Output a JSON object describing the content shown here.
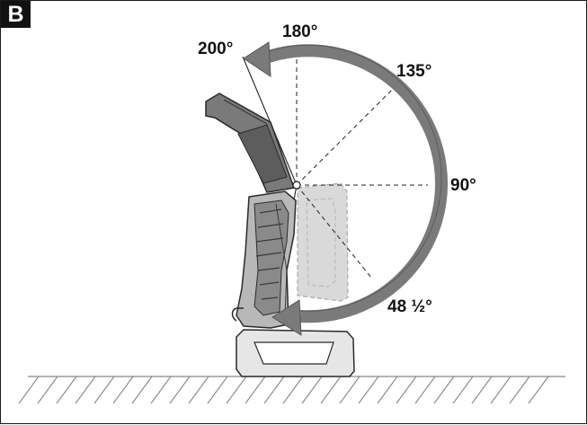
{
  "figure": {
    "tag": "B"
  },
  "angles": {
    "a200": "200°",
    "a180": "180°",
    "a135": "135°",
    "a90": "90°",
    "a48": "48 ½°"
  },
  "colors": {
    "arrow": "#7a7a7a",
    "tool_body": "#6d6d6d",
    "tool_dark": "#4a4a4a",
    "grip": "#9a9a9a",
    "ghost": "#d6d6d6",
    "ink": "#111111"
  },
  "icons": {
    "rotation_arrow": "curved-arrow-icon",
    "tool": "work-light-icon",
    "ground": "ground-hatching-icon"
  }
}
